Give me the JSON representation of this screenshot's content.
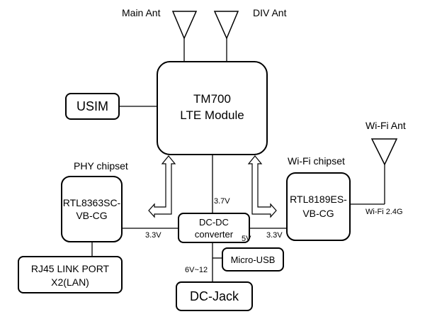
{
  "antennas": {
    "main": "Main Ant",
    "div": "DIV Ant",
    "wifi": "Wi-Fi Ant"
  },
  "blocks": {
    "usim": "USIM",
    "lte_module": [
      "TM700",
      "LTE Module"
    ],
    "phy_chip": [
      "RTL8363SC-",
      "VB-CG"
    ],
    "wifi_chip": [
      "RTL8189ES-",
      "VB-CG"
    ],
    "dcdc": [
      "DC-DC",
      "converter"
    ],
    "rj45": [
      "RJ45 LINK PORT",
      "X2(LAN)"
    ],
    "micro_usb": "Micro-USB",
    "dc_jack": "DC-Jack"
  },
  "labels": {
    "phy_chipset": "PHY chipset",
    "wifi_chipset": "Wi-Fi chipset",
    "v_3_7": "3.7V",
    "v_3_3_left": "3.3V",
    "v_3_3_right": "3.3V",
    "v_5": "5V",
    "v_6_12": "6V~12",
    "wifi_band": "Wi-Fi 2.4G"
  }
}
